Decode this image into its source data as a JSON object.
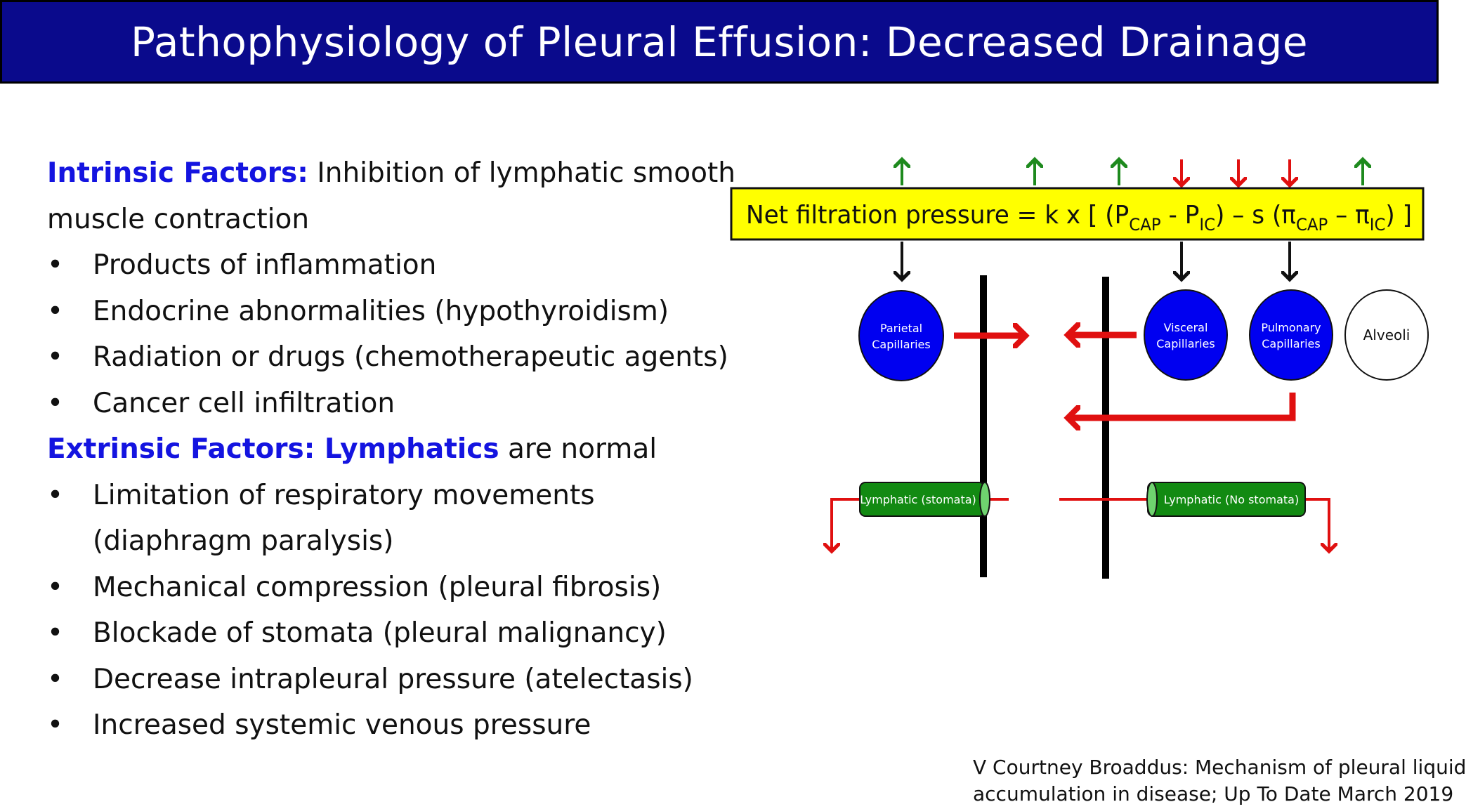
{
  "title": "Pathophysiology of Pleural Effusion: Decreased Drainage",
  "intrinsic": {
    "heading": "Intrinsic Factors:",
    "text_line1": " Inhibition of lymphatic smooth",
    "text_line2": "muscle contraction",
    "bullets": [
      "Products of inflammation",
      "Endocrine abnormalities (hypothyroidism)",
      "Radiation or drugs (chemotherapeutic agents)",
      "Cancer cell infiltration"
    ]
  },
  "extrinsic": {
    "heading": "Extrinsic Factors: Lymphatics",
    "text": " are normal",
    "bullet1_line1": "Limitation of respiratory movements",
    "bullet1_line2": "(diaphragm paralysis)",
    "bullets": [
      "Mechanical compression (pleural fibrosis)",
      "Blockade of stomata (pleural malignancy)",
      "Decrease intrapleural pressure (atelectasis)",
      "Increased systemic venous pressure"
    ]
  },
  "bullet_char": "•",
  "diagram": {
    "formula": {
      "prefix": "Net filtration pressure = k x [ (P",
      "sub_cap1": "CAP",
      "minus1": " -  P",
      "sub_ic1": "IC",
      "mid": ") – s (π",
      "sub_cap2": "CAP",
      "minus2": " – π",
      "sub_ic2": "IC",
      "suffix": ") ]"
    },
    "circles": {
      "parietal": [
        "Parietal",
        "Capillaries"
      ],
      "visceral": [
        "Visceral",
        "Capillaries"
      ],
      "pulmonary": [
        "Pulmonary",
        "Capillaries"
      ],
      "alveoli": "Alveoli"
    },
    "lymphatic_left": "Lymphatic (stomata)",
    "lymphatic_right": "Lymphatic (No stomata)",
    "arrow_up_color": "#1e8a1e",
    "arrow_down_color": "#e01010",
    "circle_color": "#0000f0",
    "formula_box_color": "#ffff00",
    "lymphatic_color": "#128a12"
  },
  "citation": {
    "line1": "V Courtney Broaddus: Mechanism of pleural liquid",
    "line2": "accumulation in disease; Up To Date March 2019"
  }
}
